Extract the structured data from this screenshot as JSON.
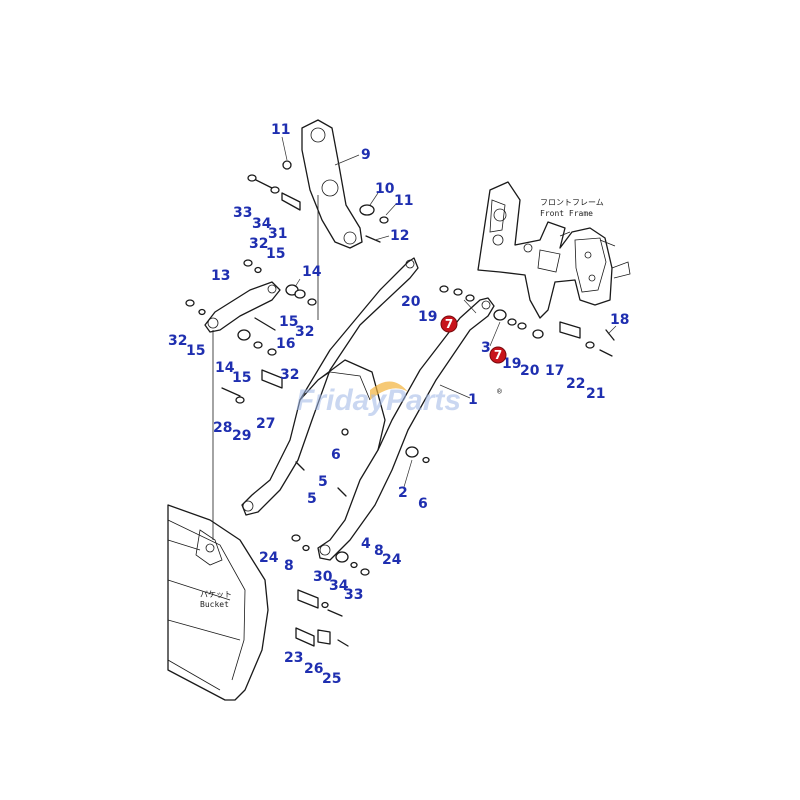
{
  "labels": {
    "front_frame_jp": "フロントフレーム",
    "front_frame_en": "Front Frame",
    "bucket_jp": "バケット",
    "bucket_en": "Bucket"
  },
  "watermark": {
    "text": "FridayParts",
    "trademark": "®"
  },
  "highlight": {
    "part_number": "7",
    "color": "#c8141c"
  },
  "callouts": [
    {
      "id": "c11a",
      "text": "11"
    },
    {
      "id": "c9",
      "text": "9"
    },
    {
      "id": "c10",
      "text": "10"
    },
    {
      "id": "c11b",
      "text": "11"
    },
    {
      "id": "c33a",
      "text": "33"
    },
    {
      "id": "c34a",
      "text": "34"
    },
    {
      "id": "c31",
      "text": "31"
    },
    {
      "id": "c12",
      "text": "12"
    },
    {
      "id": "c32a",
      "text": "32"
    },
    {
      "id": "c15a",
      "text": "15"
    },
    {
      "id": "c13",
      "text": "13"
    },
    {
      "id": "c14a",
      "text": "14"
    },
    {
      "id": "c15b",
      "text": "15"
    },
    {
      "id": "c32b",
      "text": "32"
    },
    {
      "id": "c32c",
      "text": "32"
    },
    {
      "id": "c15c",
      "text": "15"
    },
    {
      "id": "c16",
      "text": "16"
    },
    {
      "id": "c14b",
      "text": "14"
    },
    {
      "id": "c15d",
      "text": "15"
    },
    {
      "id": "c32d",
      "text": "32"
    },
    {
      "id": "c28",
      "text": "28"
    },
    {
      "id": "c29",
      "text": "29"
    },
    {
      "id": "c27",
      "text": "27"
    },
    {
      "id": "c20a",
      "text": "20"
    },
    {
      "id": "c19a",
      "text": "19"
    },
    {
      "id": "c3",
      "text": "3"
    },
    {
      "id": "c19b",
      "text": "19"
    },
    {
      "id": "c20b",
      "text": "20"
    },
    {
      "id": "c17",
      "text": "17"
    },
    {
      "id": "c18",
      "text": "18"
    },
    {
      "id": "c22",
      "text": "22"
    },
    {
      "id": "c21",
      "text": "21"
    },
    {
      "id": "c1",
      "text": "1"
    },
    {
      "id": "c6a",
      "text": "6"
    },
    {
      "id": "c5a",
      "text": "5"
    },
    {
      "id": "c5b",
      "text": "5"
    },
    {
      "id": "c2",
      "text": "2"
    },
    {
      "id": "c6b",
      "text": "6"
    },
    {
      "id": "c24a",
      "text": "24"
    },
    {
      "id": "c8a",
      "text": "8"
    },
    {
      "id": "c4",
      "text": "4"
    },
    {
      "id": "c8b",
      "text": "8"
    },
    {
      "id": "c24b",
      "text": "24"
    },
    {
      "id": "c30",
      "text": "30"
    },
    {
      "id": "c34b",
      "text": "34"
    },
    {
      "id": "c33b",
      "text": "33"
    },
    {
      "id": "c23",
      "text": "23"
    },
    {
      "id": "c26",
      "text": "26"
    },
    {
      "id": "c25",
      "text": "25"
    }
  ]
}
